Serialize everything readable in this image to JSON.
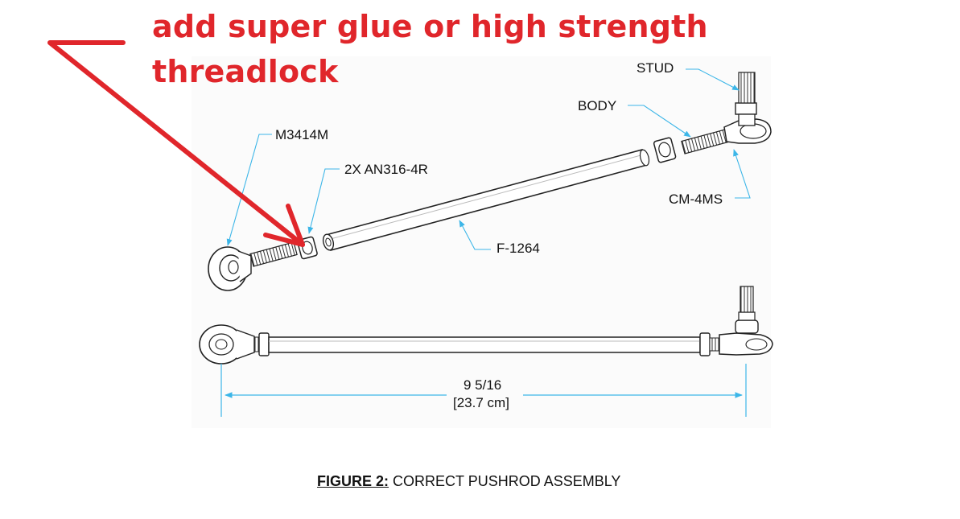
{
  "annotation": {
    "line1": "add super glue or high strength",
    "line2": "threadlock",
    "color": "#e0262b"
  },
  "callouts": {
    "stud": "STUD",
    "body": "BODY",
    "rod_end": "M3414M",
    "nuts": "2X AN316-4R",
    "ball_joint": "CM-4MS",
    "tube": "F-1264"
  },
  "dimension": {
    "length": "9 5/16",
    "metric": "[23.7 cm]"
  },
  "caption": {
    "lead": "FIGURE 2:",
    "text": " CORRECT PUSHROD ASSEMBLY"
  },
  "colors": {
    "callout_line": "#3cb6e8",
    "drawing_line": "#222222"
  }
}
